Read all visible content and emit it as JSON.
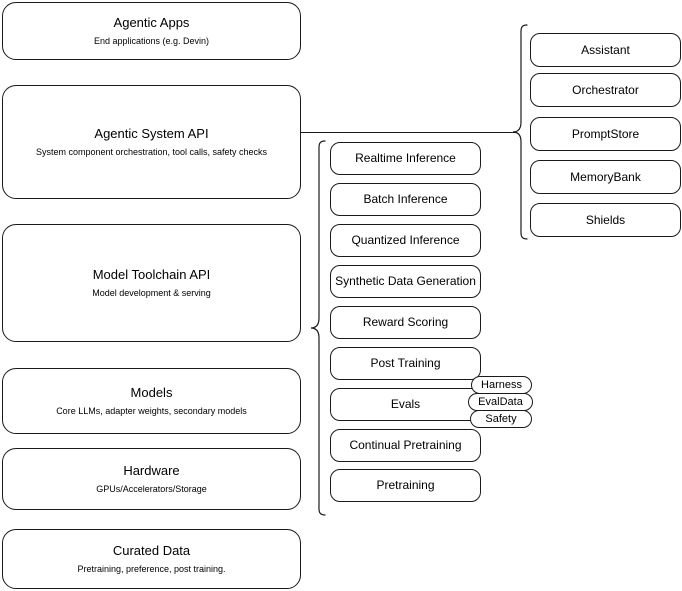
{
  "diagram": {
    "title": "Llama Stack layered architecture",
    "background_color": "#ffffff",
    "stroke_color": "#1a1a1a"
  },
  "layers": [
    {
      "name": "agentic-apps",
      "title": "Agentic Apps",
      "subtitle": "End applications (e.g. Devin)"
    },
    {
      "name": "agentic-system-api",
      "title": "Agentic System API",
      "subtitle": "System component orchestration, tool calls, safety checks"
    },
    {
      "name": "model-toolchain-api",
      "title": "Model Toolchain API",
      "subtitle": "Model development & serving"
    },
    {
      "name": "models",
      "title": "Models",
      "subtitle": "Core LLMs, adapter weights, secondary models"
    },
    {
      "name": "hardware",
      "title": "Hardware",
      "subtitle": "GPUs/Accelerators/Storage"
    },
    {
      "name": "curated-data",
      "title": "Curated Data",
      "subtitle": "Pretraining, preference, post training."
    }
  ],
  "toolchain_components": [
    {
      "name": "realtime-inference",
      "label": "Realtime Inference"
    },
    {
      "name": "batch-inference",
      "label": "Batch Inference"
    },
    {
      "name": "quantized-inference",
      "label": "Quantized Inference"
    },
    {
      "name": "synthetic-data-generation",
      "label": "Synthetic Data Generation"
    },
    {
      "name": "reward-scoring",
      "label": "Reward Scoring"
    },
    {
      "name": "post-training",
      "label": "Post Training"
    },
    {
      "name": "evals",
      "label": "Evals"
    },
    {
      "name": "continual-pretraining",
      "label": "Continual Pretraining"
    },
    {
      "name": "pretraining",
      "label": "Pretraining"
    }
  ],
  "eval_subcomponents": [
    {
      "name": "harness",
      "label": "Harness"
    },
    {
      "name": "evaldata",
      "label": "EvalData"
    },
    {
      "name": "safety",
      "label": "Safety"
    }
  ],
  "system_components": [
    {
      "name": "assistant",
      "label": "Assistant"
    },
    {
      "name": "orchestrator",
      "label": "Orchestrator"
    },
    {
      "name": "promptstore",
      "label": "PromptStore"
    },
    {
      "name": "memorybank",
      "label": "MemoryBank"
    },
    {
      "name": "shields",
      "label": "Shields"
    }
  ]
}
